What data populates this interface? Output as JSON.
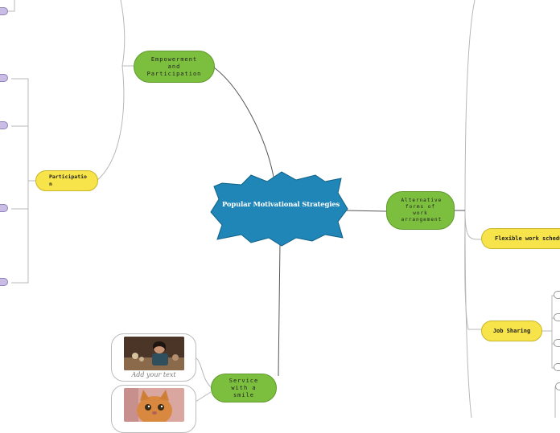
{
  "central": {
    "label": "Popular Motivational Strategies",
    "color": "#1f86b7"
  },
  "nodes": {
    "empowerment": {
      "label": "Empowerment and Participation"
    },
    "participation": {
      "label": "Participatio n"
    },
    "alternative": {
      "label": "Alternative forms of work arrangement"
    },
    "service": {
      "label": "Service with a smile"
    },
    "flexible": {
      "label": "Flexible work schedu"
    },
    "job_sharing": {
      "label": "Job Sharing"
    }
  },
  "cards": [
    {
      "caption": "Add your text"
    },
    {
      "caption": ""
    }
  ],
  "colors": {
    "green": "#7cbf3f",
    "yellow": "#f7e34a",
    "purple_stub": "#c9bde6",
    "connector": "#555555"
  }
}
